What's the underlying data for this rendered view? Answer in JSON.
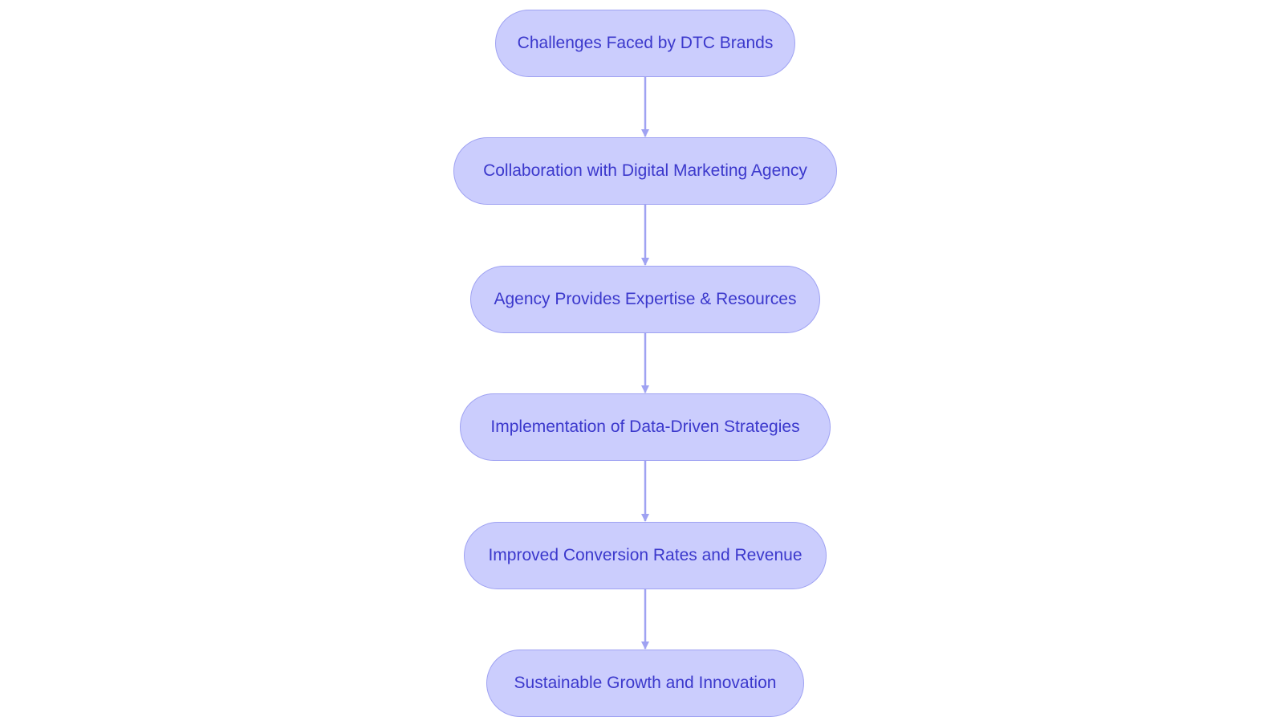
{
  "flowchart": {
    "colors": {
      "node_fill": "#cbcdfd",
      "node_border": "#9fa2f2",
      "node_text": "#3b38cc",
      "edge": "#9fa2f2"
    },
    "nodes": [
      {
        "id": "n0",
        "label": "Challenges Faced by DTC Brands"
      },
      {
        "id": "n1",
        "label": "Collaboration with Digital Marketing Agency"
      },
      {
        "id": "n2",
        "label": "Agency Provides Expertise & Resources"
      },
      {
        "id": "n3",
        "label": "Implementation of Data-Driven Strategies"
      },
      {
        "id": "n4",
        "label": "Improved Conversion Rates and Revenue"
      },
      {
        "id": "n5",
        "label": "Sustainable Growth and Innovation"
      }
    ],
    "edges": [
      {
        "from": "n0",
        "to": "n1"
      },
      {
        "from": "n1",
        "to": "n2"
      },
      {
        "from": "n2",
        "to": "n3"
      },
      {
        "from": "n3",
        "to": "n4"
      },
      {
        "from": "n4",
        "to": "n5"
      }
    ]
  }
}
